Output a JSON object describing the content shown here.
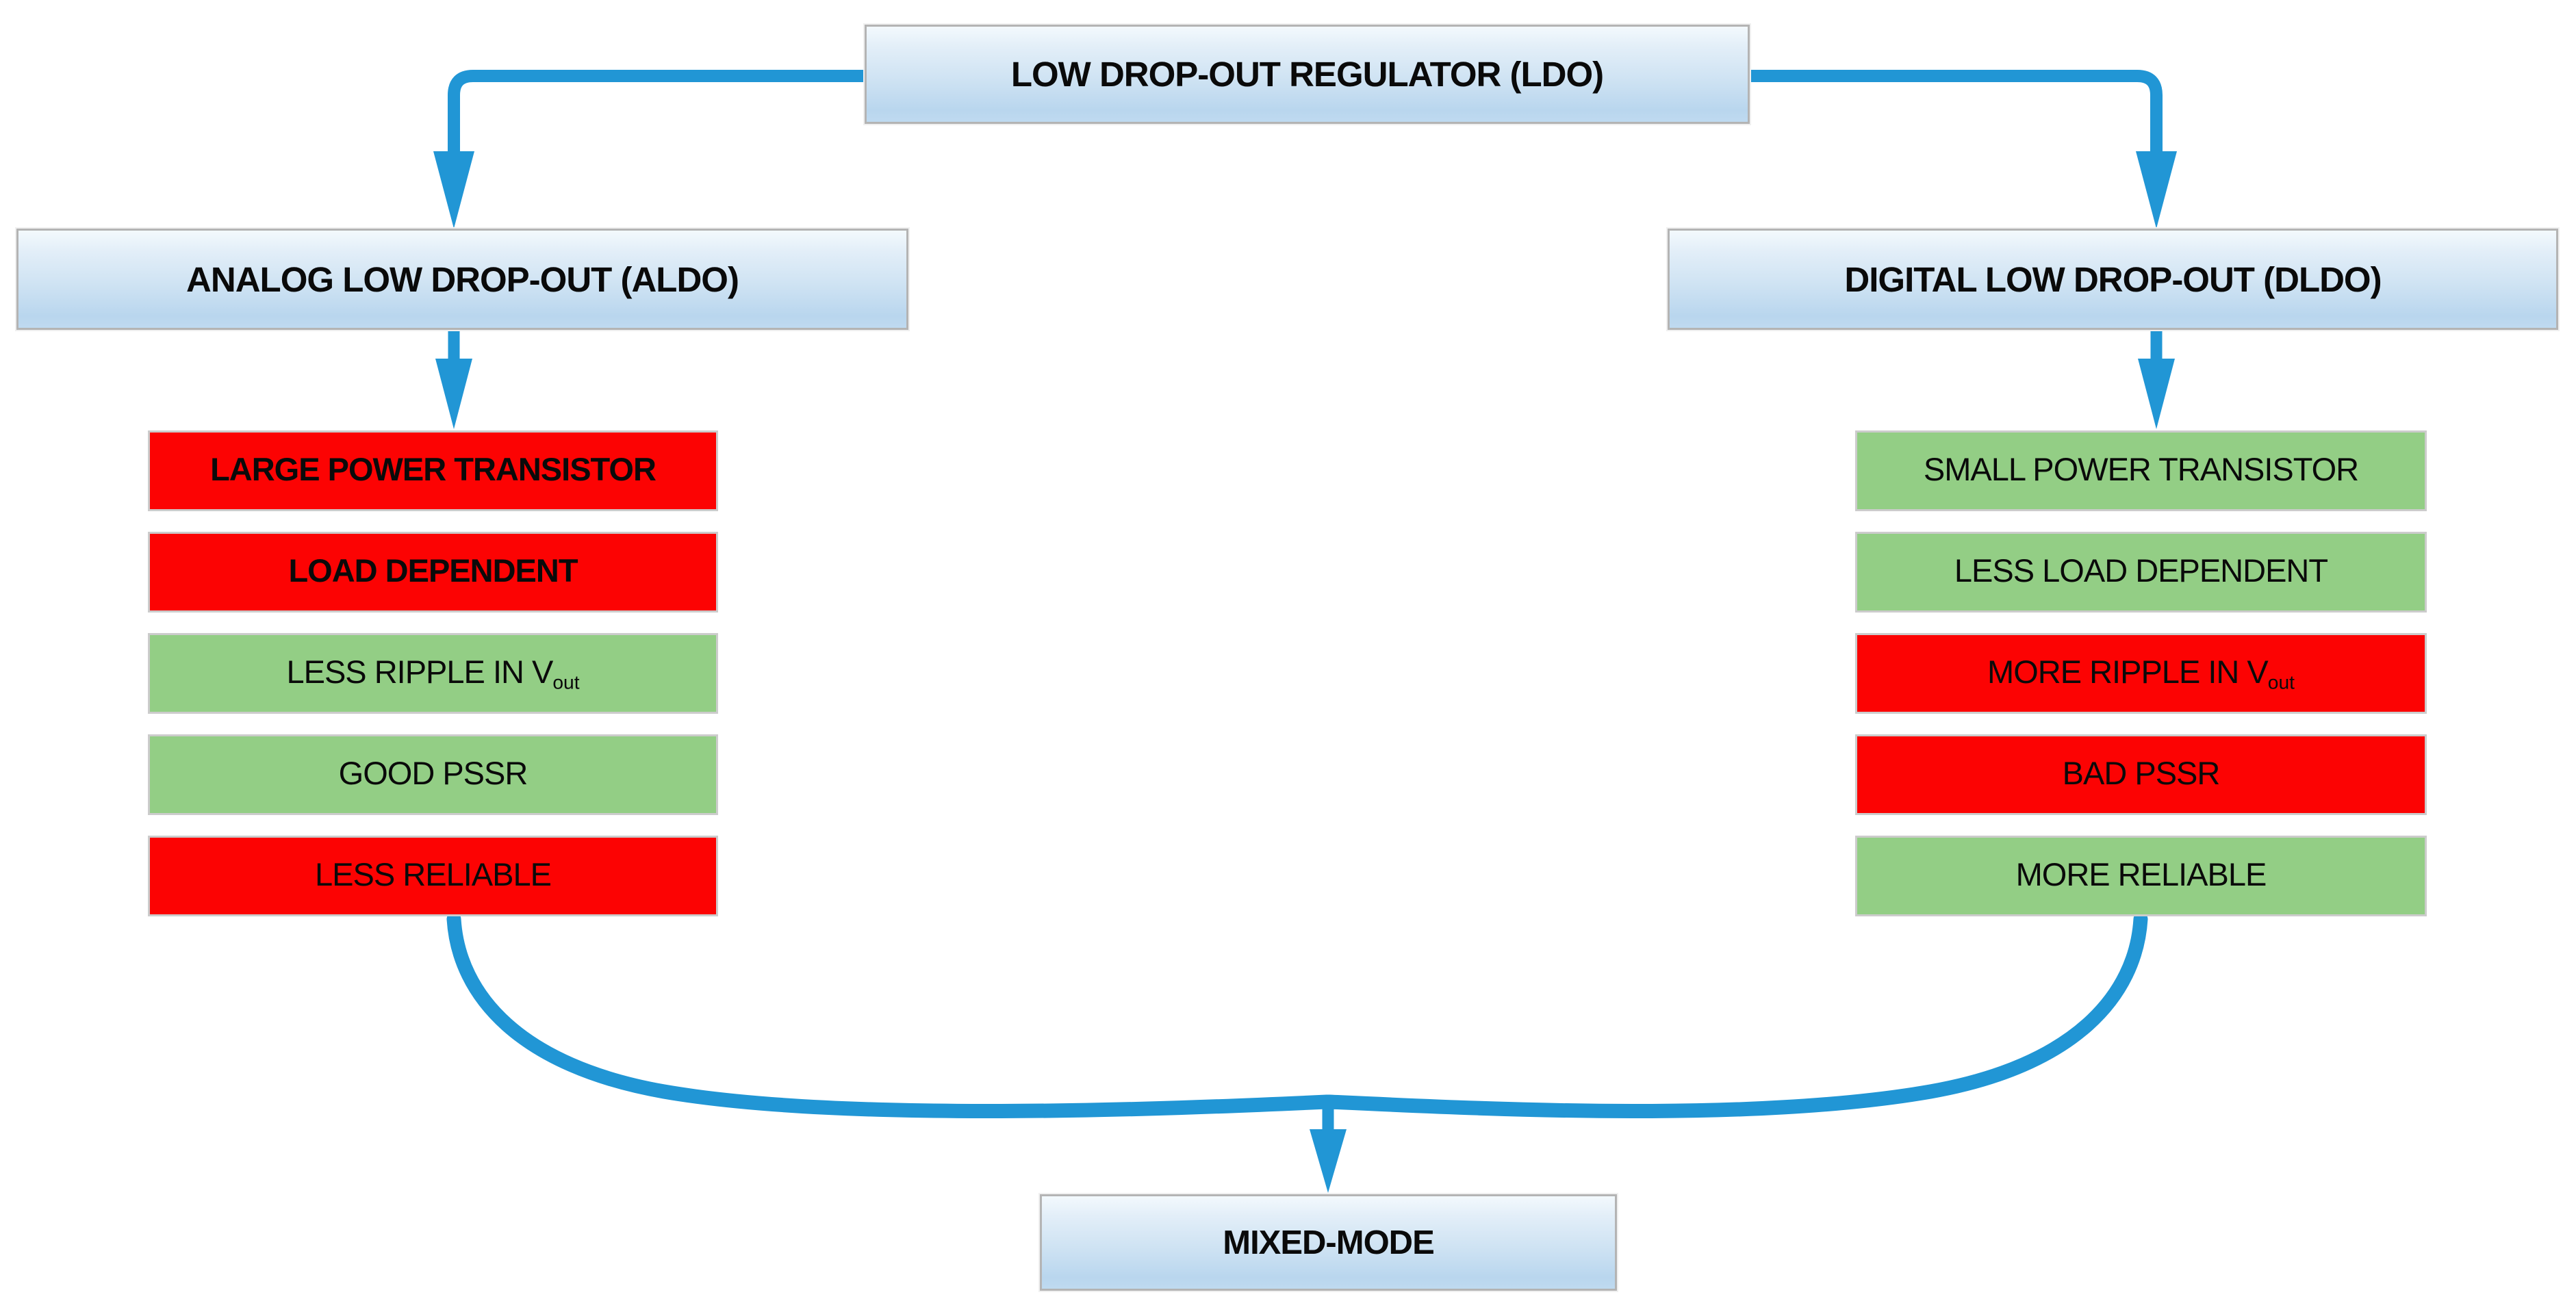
{
  "diagram": {
    "title": "LDO regulator types comparison flowchart",
    "root": {
      "label": "LOW DROP-OUT REGULATOR (LDO)"
    },
    "left_branch": {
      "header": "ANALOG LOW DROP-OUT (ALDO)",
      "rows": [
        {
          "label": "LARGE POWER TRANSISTOR",
          "type": "bad",
          "weight": "bold"
        },
        {
          "label": "LOAD DEPENDENT",
          "type": "bad",
          "weight": "bold"
        },
        {
          "label": "LESS RIPPLE IN V",
          "sub": "out",
          "type": "good",
          "weight": "normal"
        },
        {
          "label": "GOOD PSSR",
          "type": "good",
          "weight": "normal"
        },
        {
          "label": "LESS RELIABLE",
          "type": "bad",
          "weight": "normal"
        }
      ]
    },
    "right_branch": {
      "header": "DIGITAL LOW DROP-OUT (DLDO)",
      "rows": [
        {
          "label": "SMALL POWER TRANSISTOR",
          "type": "good",
          "weight": "normal"
        },
        {
          "label": "LESS LOAD DEPENDENT",
          "type": "good",
          "weight": "normal"
        },
        {
          "label": "MORE RIPPLE IN V",
          "sub": "out",
          "type": "bad",
          "weight": "normal"
        },
        {
          "label": "BAD PSSR",
          "type": "bad",
          "weight": "normal"
        },
        {
          "label": "MORE RELIABLE",
          "type": "good",
          "weight": "normal"
        }
      ]
    },
    "result": {
      "label": "MIXED-MODE"
    },
    "colors": {
      "arrow": "#2196d5",
      "good": "#93ce85",
      "bad": "#fc0303",
      "node_fill_top": "#f3f9fd",
      "node_fill_bottom": "#b9d6ee",
      "node_border": "#b4b4b4",
      "row_border": "#cccccc",
      "text": "#0a0a0a"
    }
  }
}
